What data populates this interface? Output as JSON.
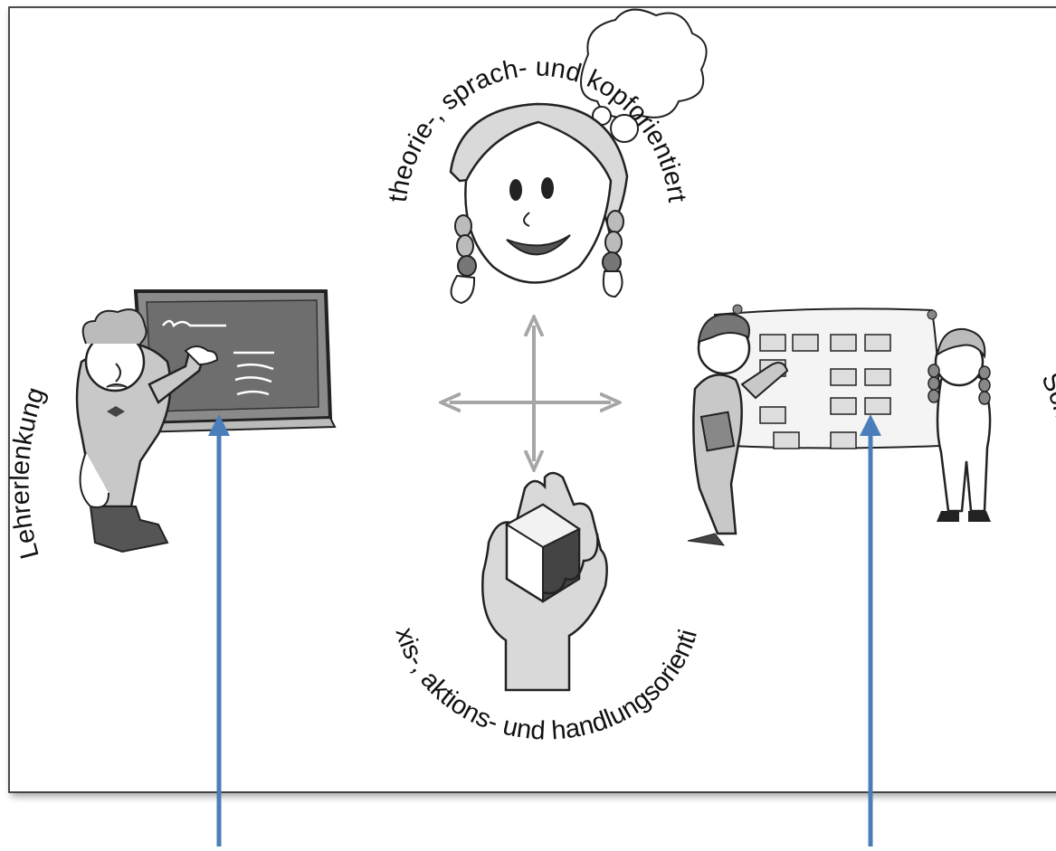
{
  "diagram": {
    "label_top": "theorie-, sprach- und kopforientiert",
    "label_bottom": "praxis-, aktions- und handlungsorientiert",
    "label_left": "Lehrerlenkung",
    "label_right": "Schüleraktivität"
  },
  "colors": {
    "frame": "#222222",
    "center_arrows": "#a6a6a6",
    "pointer_arrows": "#4a7ebb"
  },
  "icons": {
    "top": "girl-thinking-icon",
    "bottom": "hand-holding-cube-icon",
    "left": "teacher-at-blackboard-icon",
    "right": "students-at-pinboard-icon"
  }
}
